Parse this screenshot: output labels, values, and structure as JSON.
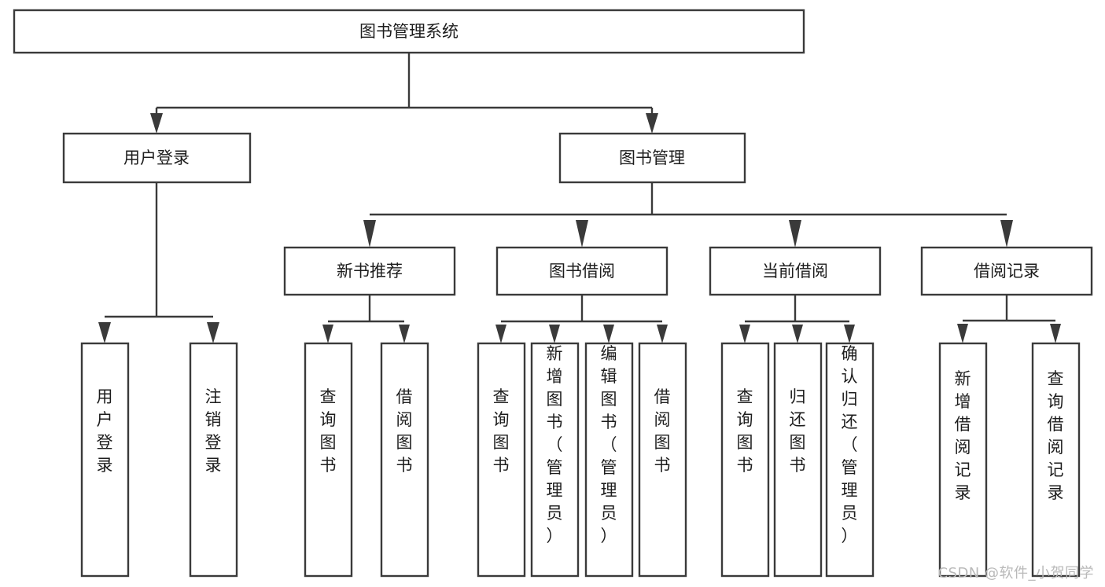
{
  "diagram": {
    "type": "tree",
    "title": "图书管理系统",
    "watermark": "CSDN @软件_小贺同学",
    "colors": {
      "stroke": "#3a3a3a",
      "fill": "#ffffff",
      "text": "#1d1d1d",
      "watermark": "#b9b9b9",
      "background": "#ffffff"
    },
    "levels": [
      {
        "level": 1,
        "nodes": [
          {
            "id": "root",
            "label": "图书管理系统",
            "orientation": "horizontal"
          }
        ]
      },
      {
        "level": 2,
        "nodes": [
          {
            "id": "user-login",
            "label": "用户登录",
            "orientation": "horizontal",
            "parent": "root"
          },
          {
            "id": "book-manage",
            "label": "图书管理",
            "orientation": "horizontal",
            "parent": "root"
          }
        ]
      },
      {
        "level": 3,
        "nodes": [
          {
            "id": "new-book-rec",
            "label": "新书推荐",
            "orientation": "horizontal",
            "parent": "book-manage"
          },
          {
            "id": "book-borrow",
            "label": "图书借阅",
            "orientation": "horizontal",
            "parent": "book-manage"
          },
          {
            "id": "current-borrow",
            "label": "当前借阅",
            "orientation": "horizontal",
            "parent": "book-manage"
          },
          {
            "id": "borrow-record",
            "label": "借阅记录",
            "orientation": "horizontal",
            "parent": "book-manage"
          }
        ]
      },
      {
        "level": 4,
        "nodes": [
          {
            "id": "leaf-user-login",
            "label": "用户登录",
            "orientation": "vertical",
            "parent": "user-login"
          },
          {
            "id": "leaf-logout",
            "label": "注销登录",
            "orientation": "vertical",
            "parent": "user-login"
          },
          {
            "id": "leaf-query-book-1",
            "label": "查询图书",
            "orientation": "vertical",
            "parent": "new-book-rec"
          },
          {
            "id": "leaf-borrow-book-1",
            "label": "借阅图书",
            "orientation": "vertical",
            "parent": "new-book-rec"
          },
          {
            "id": "leaf-query-book-2",
            "label": "查询图书",
            "orientation": "vertical",
            "parent": "book-borrow"
          },
          {
            "id": "leaf-add-book",
            "label": "新增图书（管理员）",
            "orientation": "vertical",
            "parent": "book-borrow"
          },
          {
            "id": "leaf-edit-book",
            "label": "编辑图书（管理员）",
            "orientation": "vertical",
            "parent": "book-borrow"
          },
          {
            "id": "leaf-borrow-book-2",
            "label": "借阅图书",
            "orientation": "vertical",
            "parent": "book-borrow"
          },
          {
            "id": "leaf-query-book-3",
            "label": "查询图书",
            "orientation": "vertical",
            "parent": "current-borrow"
          },
          {
            "id": "leaf-return-book",
            "label": "归还图书",
            "orientation": "vertical",
            "parent": "current-borrow"
          },
          {
            "id": "leaf-confirm-return",
            "label": "确认归还（管理员）",
            "orientation": "vertical",
            "parent": "current-borrow"
          },
          {
            "id": "leaf-add-record",
            "label": "新增借阅记录",
            "orientation": "vertical",
            "parent": "borrow-record"
          },
          {
            "id": "leaf-query-record",
            "label": "查询借阅记录",
            "orientation": "vertical",
            "parent": "borrow-record"
          }
        ]
      }
    ]
  }
}
